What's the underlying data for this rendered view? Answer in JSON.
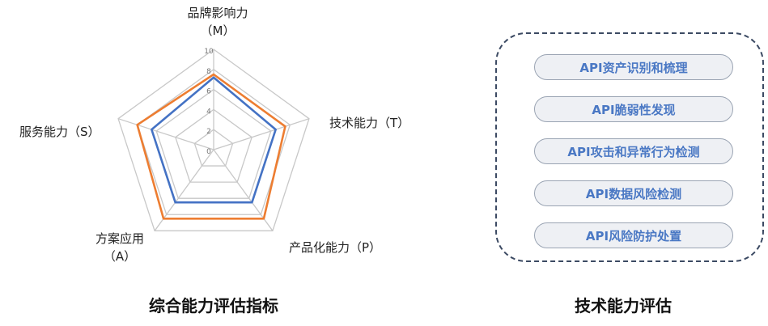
{
  "chart_data": {
    "type": "radar",
    "axes": [
      {
        "label": "品牌影响力",
        "sub": "（M）"
      },
      {
        "label": "技术能力（T）",
        "sub": ""
      },
      {
        "label": "产品化能力（P）",
        "sub": ""
      },
      {
        "label": "方案应用",
        "sub": "（A）"
      },
      {
        "label": "服务能力（S）",
        "sub": ""
      }
    ],
    "rlim": [
      0,
      10
    ],
    "ticks": [
      0,
      2,
      4,
      6,
      8,
      10
    ],
    "series": [
      {
        "color": "#ed7d31",
        "values": [
          7.5,
          7.5,
          8.5,
          8.5,
          8.0
        ]
      },
      {
        "color": "#4472c4",
        "values": [
          7.2,
          6.5,
          6.5,
          6.5,
          6.5
        ]
      }
    ],
    "grid": true
  },
  "captions": {
    "left": "综合能力评估指标",
    "right": "技术能力评估"
  },
  "tech_panel": {
    "items": [
      "API资产识别和梳理",
      "API脆弱性发现",
      "API攻击和异常行为检测",
      "API数据风险检测",
      "API风险防护处置"
    ]
  }
}
